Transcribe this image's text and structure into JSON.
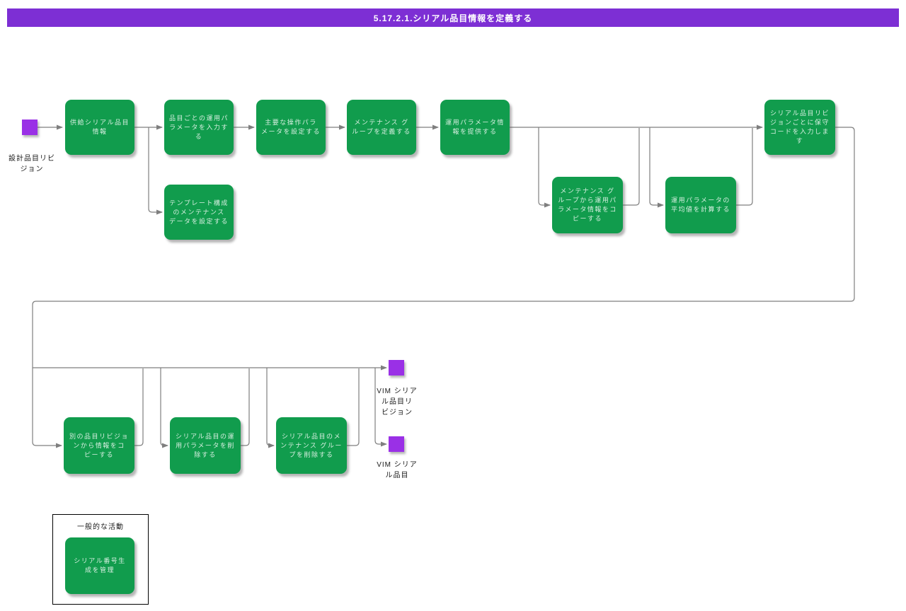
{
  "title": "5.17.2.1.シリアル品目情報を定義する",
  "colors": {
    "title_bar": "#7d2fd4",
    "activity_green": "#119c4d",
    "event_purple": "#9a30e6",
    "connector_gray": "#7f7f7f",
    "background": "#ffffff"
  },
  "nodes": [
    {
      "id": "supply-serial-item-info",
      "label": "供給シリアル品目\n情報"
    },
    {
      "id": "enter-operational-params-per-item",
      "label": "品目ごとの運用パ\nラメータを入力す\nる"
    },
    {
      "id": "set-primary-operation-params",
      "label": "主要な操作パラ\nメータを設定する"
    },
    {
      "id": "define-maintenance-group",
      "label": "メンテナンス グ\nループを定義する"
    },
    {
      "id": "provide-operational-param-info",
      "label": "運用パラメータ情\n報を提供する"
    },
    {
      "id": "set-template-maintenance-data",
      "label": "テンプレート構成\nのメンテナンス\nデータを設定する"
    },
    {
      "id": "copy-params-from-maintenance-group",
      "label": "メンテナンス グ\nループから運用パ\nラメータ情報をコ\nピーする"
    },
    {
      "id": "calc-average-operational-params",
      "label": "運用パラメータの\n平均値を計算する"
    },
    {
      "id": "enter-maintenance-code-per-revision",
      "label": "シリアル品目リビ\nジョンごとに保守\nコードを入力しま\nす"
    },
    {
      "id": "copy-info-from-other-revision",
      "label": "別の品目リビジョ\nンから情報をコ\nピーする"
    },
    {
      "id": "delete-serial-item-operational-params",
      "label": "シリアル品目の運\n用パラメータを削\n除する"
    },
    {
      "id": "delete-serial-item-maintenance-group",
      "label": "シリアル品目のメ\nンテナンス グルー\nプを削除する"
    }
  ],
  "events": [
    {
      "id": "design-item-revision",
      "label": "設計品目リビ\nジョン"
    },
    {
      "id": "vim-serial-item-revision",
      "label": "VIM シリア\nル品目リ\nビジョン"
    },
    {
      "id": "vim-serial-item",
      "label": "VIM シリア\nル品目"
    }
  ],
  "legend": {
    "title": "一般的な活動",
    "items": [
      {
        "id": "manage-serial-number-generation",
        "label": "シリアル番号生\n成を管理"
      }
    ]
  }
}
